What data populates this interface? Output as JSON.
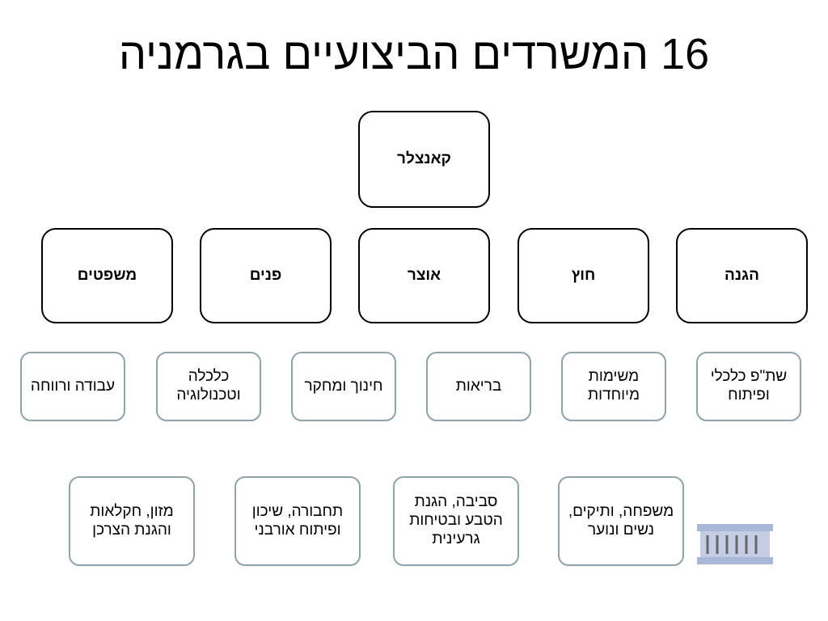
{
  "title": "16 המשרדים הביצועיים בגרמניה",
  "chancellor": "קאנצלר",
  "ministries": [
    "הגנה",
    "חוץ",
    "אוצר",
    "פנים",
    "משפטים"
  ],
  "row3": [
    "שת\"פ כלכלי ופיתוח",
    "משימות מיוחדות",
    "בריאות",
    "חינוך ומחקר",
    "כלכלה וטכנולוגיה",
    "עבודה ורווחה"
  ],
  "row4": [
    "משפחה, ותיקים, נשים ונוער",
    "סביבה, הגנת הטבע ובטיחות גרעינית",
    "תחבורה, שיכון ופיתוח אורבני",
    "מזון, חקלאות והגנת הצרכן"
  ],
  "icons": {
    "building": "government-building-icon"
  },
  "colors": {
    "office_border": "#8fa3aa",
    "icon_fill": "#a9b7d8",
    "icon_line": "#666666"
  }
}
